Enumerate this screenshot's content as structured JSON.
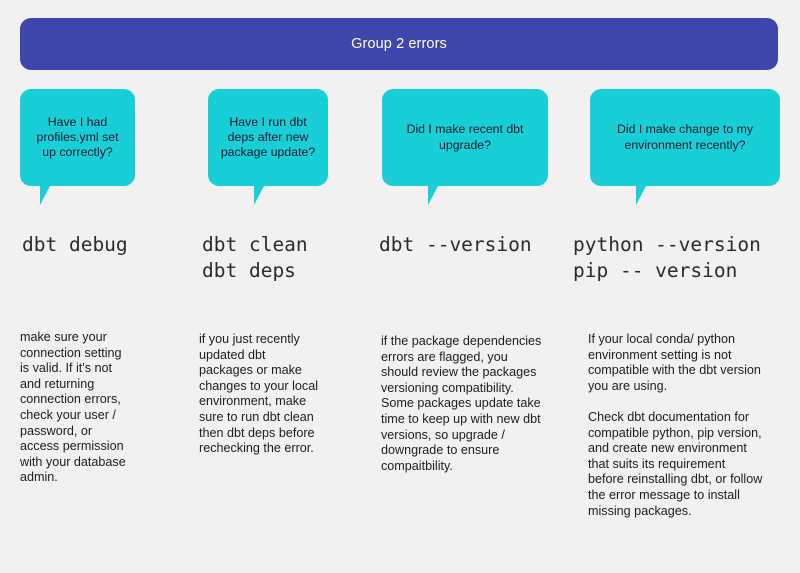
{
  "background_color": "#f1f1f1",
  "header": {
    "title": "Group 2 errors",
    "background_color": "#3f46ab",
    "text_color": "#ffffff"
  },
  "bubble_color": "#18cfd8",
  "columns": [
    {
      "id": "profiles-yml",
      "question": "Have I had profiles.yml set up correctly?",
      "command": "dbt debug",
      "body": [
        "make sure your connection setting is valid. If it's not and returning connection errors, check your user / password, or access permission with your database admin."
      ]
    },
    {
      "id": "dbt-deps",
      "question": "Have I run dbt deps after new package update?",
      "command": "dbt clean\ndbt deps",
      "body": [
        "if you just recently updated dbt packages or make changes to your local environment, make sure to run dbt clean then dbt deps before rechecking the error."
      ]
    },
    {
      "id": "dbt-upgrade",
      "question": "Did I make recent dbt upgrade?",
      "command": "dbt --version",
      "body": [
        "if the package dependencies errors are flagged, you should review the packages versioning compatibility. Some packages update take time to keep up with new dbt versions, so upgrade / downgrade to ensure compaitbility."
      ]
    },
    {
      "id": "environment-change",
      "question": "Did I make change to my environment recently?",
      "command": "python --version\npip -- version",
      "body": [
        "If your local conda/ python environment setting is not compatible with the dbt version you are using.",
        "Check dbt documentation for compatible python, pip version, and create new environment that suits its requirement before reinstalling dbt, or follow the error message to install missing packages."
      ]
    }
  ]
}
